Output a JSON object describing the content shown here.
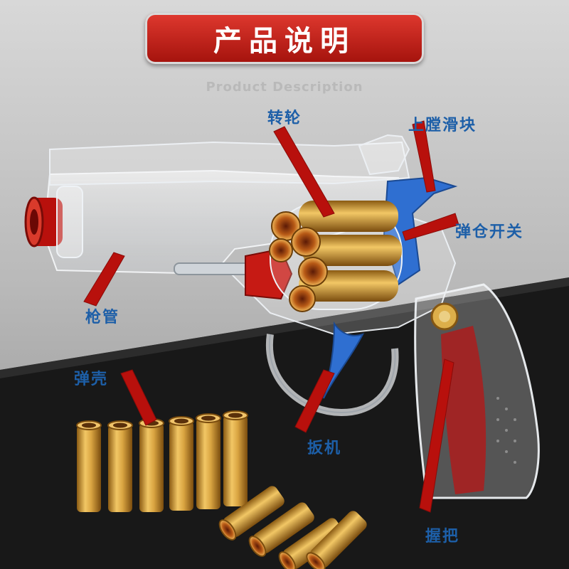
{
  "header": {
    "title": "产品说明",
    "subtitle": "Product Description"
  },
  "labels": {
    "cylinder": "转轮",
    "slide": "上膛滑块",
    "magazine_switch": "弹仓开关",
    "barrel": "枪管",
    "shell": "弹壳",
    "trigger": "扳机",
    "grip": "握把"
  },
  "colors": {
    "banner_red": "#c41d14",
    "label_blue": "#1d5fa8",
    "arrow_red": "#b8100c",
    "bg_light": "#cfcfcf",
    "bg_dark": "#151515",
    "brass": "#d9a441"
  },
  "icons": {
    "product": "toy-revolver-image",
    "pointer": "red-arrow"
  }
}
